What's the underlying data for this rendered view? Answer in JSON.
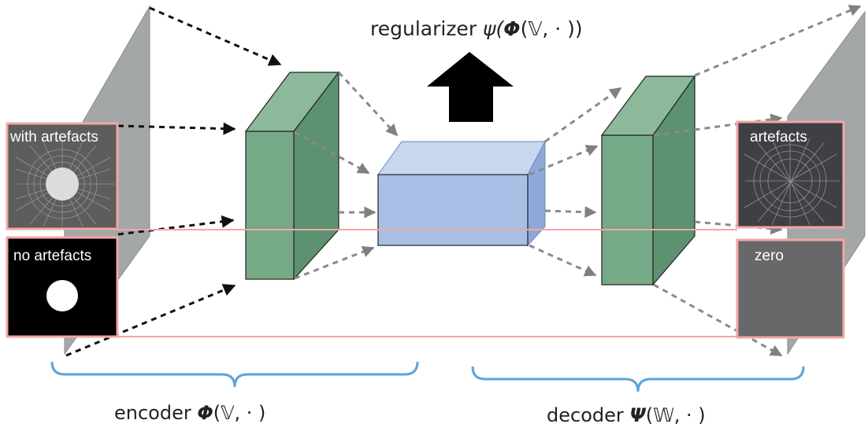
{
  "title": {
    "regularizer": "regularizer ",
    "psi": "ψ(",
    "phi": "Φ",
    "args": "(𝕍, · ))"
  },
  "encoder": {
    "name": "encoder ",
    "symbol": "Φ",
    "args": "(𝕍, · )"
  },
  "decoder": {
    "name": "decoder ",
    "symbol": "Ψ",
    "args": "(𝕎, · )"
  },
  "inputs": {
    "with_artefacts": "with artefacts",
    "no_artefacts": "no artefacts"
  },
  "outputs": {
    "artefacts": "artefacts",
    "zero": "zero"
  },
  "colors": {
    "green_front": "#76a986",
    "green_side": "#5c9270",
    "blue_front": "#a9bfe6",
    "blue_top": "#c8d7f0",
    "blue_side": "#8ea8d8",
    "plane": "#a4a7a8",
    "pink": "#f4a6a6",
    "brace": "#5aa4dc",
    "arrow_dark": "#111111",
    "arrow_grey": "#888888"
  }
}
